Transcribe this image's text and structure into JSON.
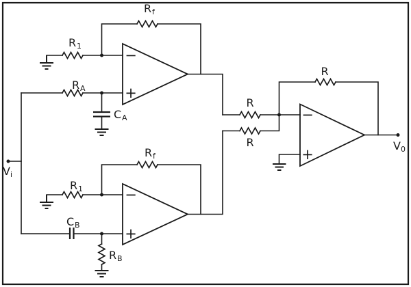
{
  "colors": {
    "ink": "#1a1a1a",
    "background": "#ffffff"
  },
  "input": {
    "label": {
      "main": "V",
      "sub": "i"
    }
  },
  "output": {
    "label": {
      "main": "V",
      "sub": "0"
    }
  },
  "stage1": {
    "feedback_resistor": {
      "main": "R",
      "sub": "f"
    },
    "input_resistor": {
      "main": "R",
      "sub": "1"
    },
    "series_resistor": {
      "main": "R",
      "sub": "A"
    },
    "shunt_capacitor": {
      "main": "C",
      "sub": "A"
    },
    "inverting_sign": "−",
    "noninverting_sign": "+"
  },
  "stage2": {
    "feedback_resistor": {
      "main": "R",
      "sub": "f"
    },
    "input_resistor": {
      "main": "R",
      "sub": "1"
    },
    "series_capacitor": {
      "main": "C",
      "sub": "B"
    },
    "shunt_resistor": {
      "main": "R",
      "sub": "B"
    },
    "inverting_sign": "−",
    "noninverting_sign": "+"
  },
  "summing": {
    "top_resistor": "R",
    "bottom_resistor": "R",
    "feedback_resistor": "R",
    "inverting_sign": "−",
    "noninverting_sign": "+"
  }
}
